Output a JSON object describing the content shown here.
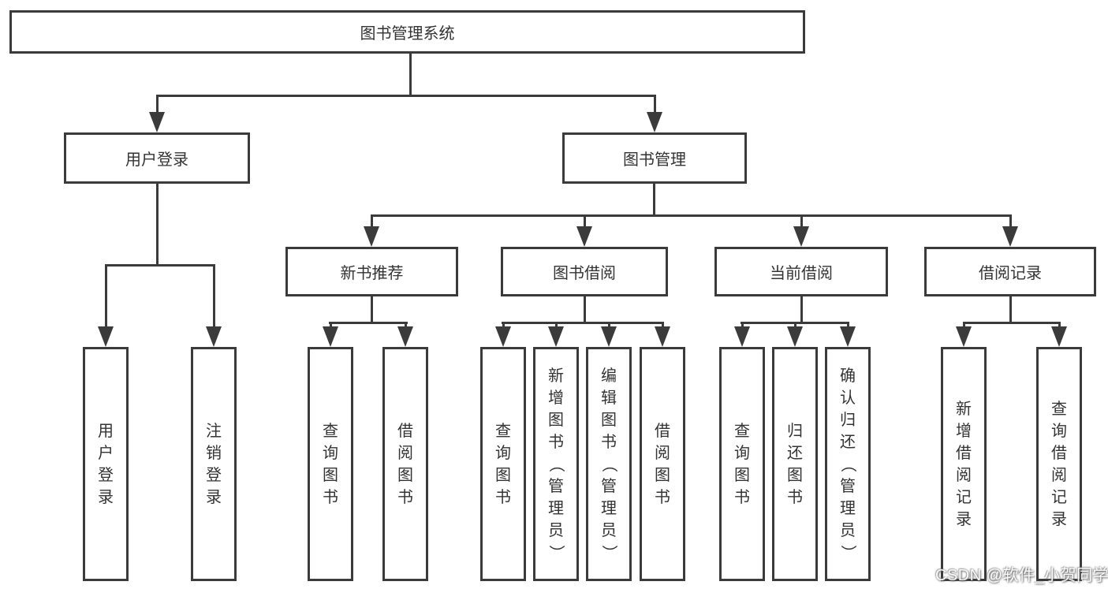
{
  "tree": {
    "label": "图书管理系统",
    "children": [
      {
        "label": "用户登录",
        "children": [
          {
            "label": "用户登录"
          },
          {
            "label": "注销登录"
          }
        ]
      },
      {
        "label": "图书管理",
        "children": [
          {
            "label": "新书推荐",
            "children": [
              {
                "label": "查询图书"
              },
              {
                "label": "借阅图书"
              }
            ]
          },
          {
            "label": "图书借阅",
            "children": [
              {
                "label": "查询图书"
              },
              {
                "label": "新增图书（管理员）"
              },
              {
                "label": "编辑图书（管理员）"
              },
              {
                "label": "借阅图书"
              }
            ]
          },
          {
            "label": "当前借阅",
            "children": [
              {
                "label": "查询图书"
              },
              {
                "label": "归还图书"
              },
              {
                "label": "确认归还（管理员）"
              }
            ]
          },
          {
            "label": "借阅记录",
            "children": [
              {
                "label": "新增借阅记录"
              },
              {
                "label": "查询借阅记录"
              }
            ]
          }
        ]
      }
    ]
  },
  "watermark": {
    "text": "CSDN @软件_小贺同学"
  },
  "style": {
    "line_color": "#3b3b3b",
    "text_color": "#333333",
    "background": "#ffffff"
  }
}
